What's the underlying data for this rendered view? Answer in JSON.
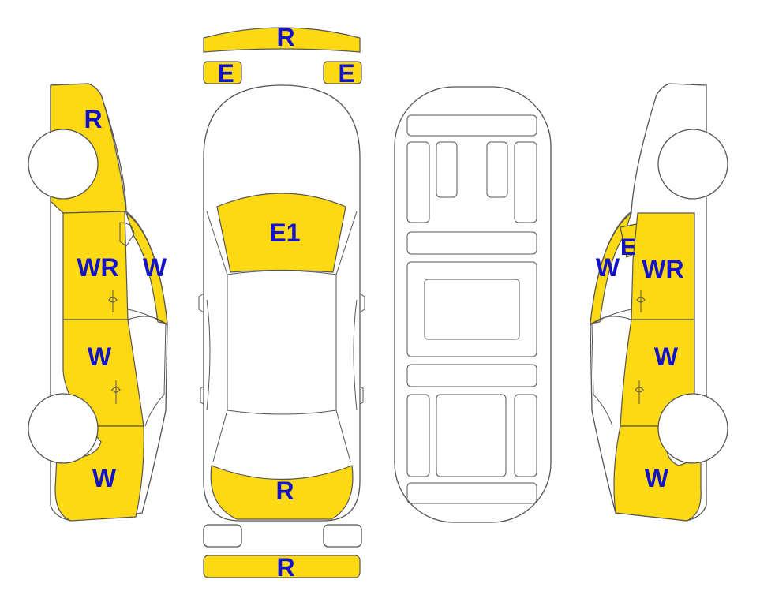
{
  "colors": {
    "damage_fill": "#fcd913",
    "outline": "#555555",
    "label": "#1212c8",
    "background": "#ffffff"
  },
  "labels": {
    "bumper_front": "R",
    "light_front_left": "E",
    "light_front_right": "E",
    "bumper_rear": "R",
    "hood": "E1",
    "trunk": "R",
    "left_front_fender": "R",
    "left_front_door": "WR",
    "left_front_glass": "W",
    "left_rear_door": "W",
    "left_rear_quarter": "W",
    "right_mirror": "E",
    "right_front_glass": "W",
    "right_front_door": "WR",
    "right_rear_door": "W",
    "right_rear_quarter": "W"
  }
}
